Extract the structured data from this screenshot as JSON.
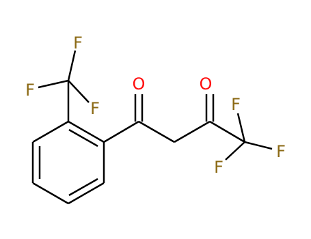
{
  "molecule": {
    "atoms": {
      "fluorine_top": {
        "symbol": "F",
        "color": "#8B6914"
      },
      "fluorine_left": {
        "symbol": "F",
        "color": "#8B6914"
      },
      "fluorine_mid": {
        "symbol": "F",
        "color": "#8B6914"
      },
      "oxygen_1": {
        "symbol": "O",
        "color": "#FF0D0D"
      },
      "oxygen_2": {
        "symbol": "O",
        "color": "#FF0D0D"
      },
      "fluorine_cf3_top": {
        "symbol": "F",
        "color": "#8B6914"
      },
      "fluorine_cf3_right": {
        "symbol": "F",
        "color": "#8B6914"
      },
      "fluorine_cf3_bottom": {
        "symbol": "F",
        "color": "#8B6914"
      }
    },
    "bond_color": "#000000",
    "background": "#FFFFFF"
  }
}
